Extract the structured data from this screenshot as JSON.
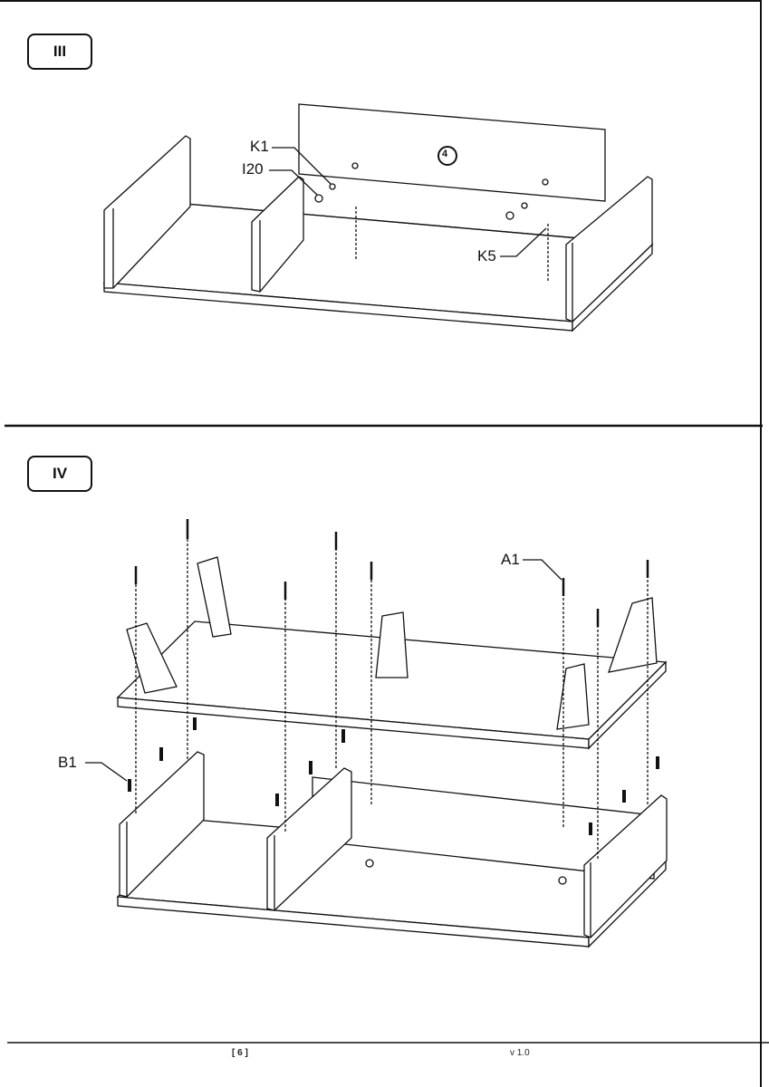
{
  "steps": [
    {
      "label": "III",
      "part_number": "4",
      "callouts": [
        "K1",
        "I20",
        "K5"
      ]
    },
    {
      "label": "IV",
      "callouts": [
        "A1",
        "B1"
      ]
    }
  ],
  "footer": {
    "page": "[ 6 ]",
    "version": "v 1.0"
  }
}
